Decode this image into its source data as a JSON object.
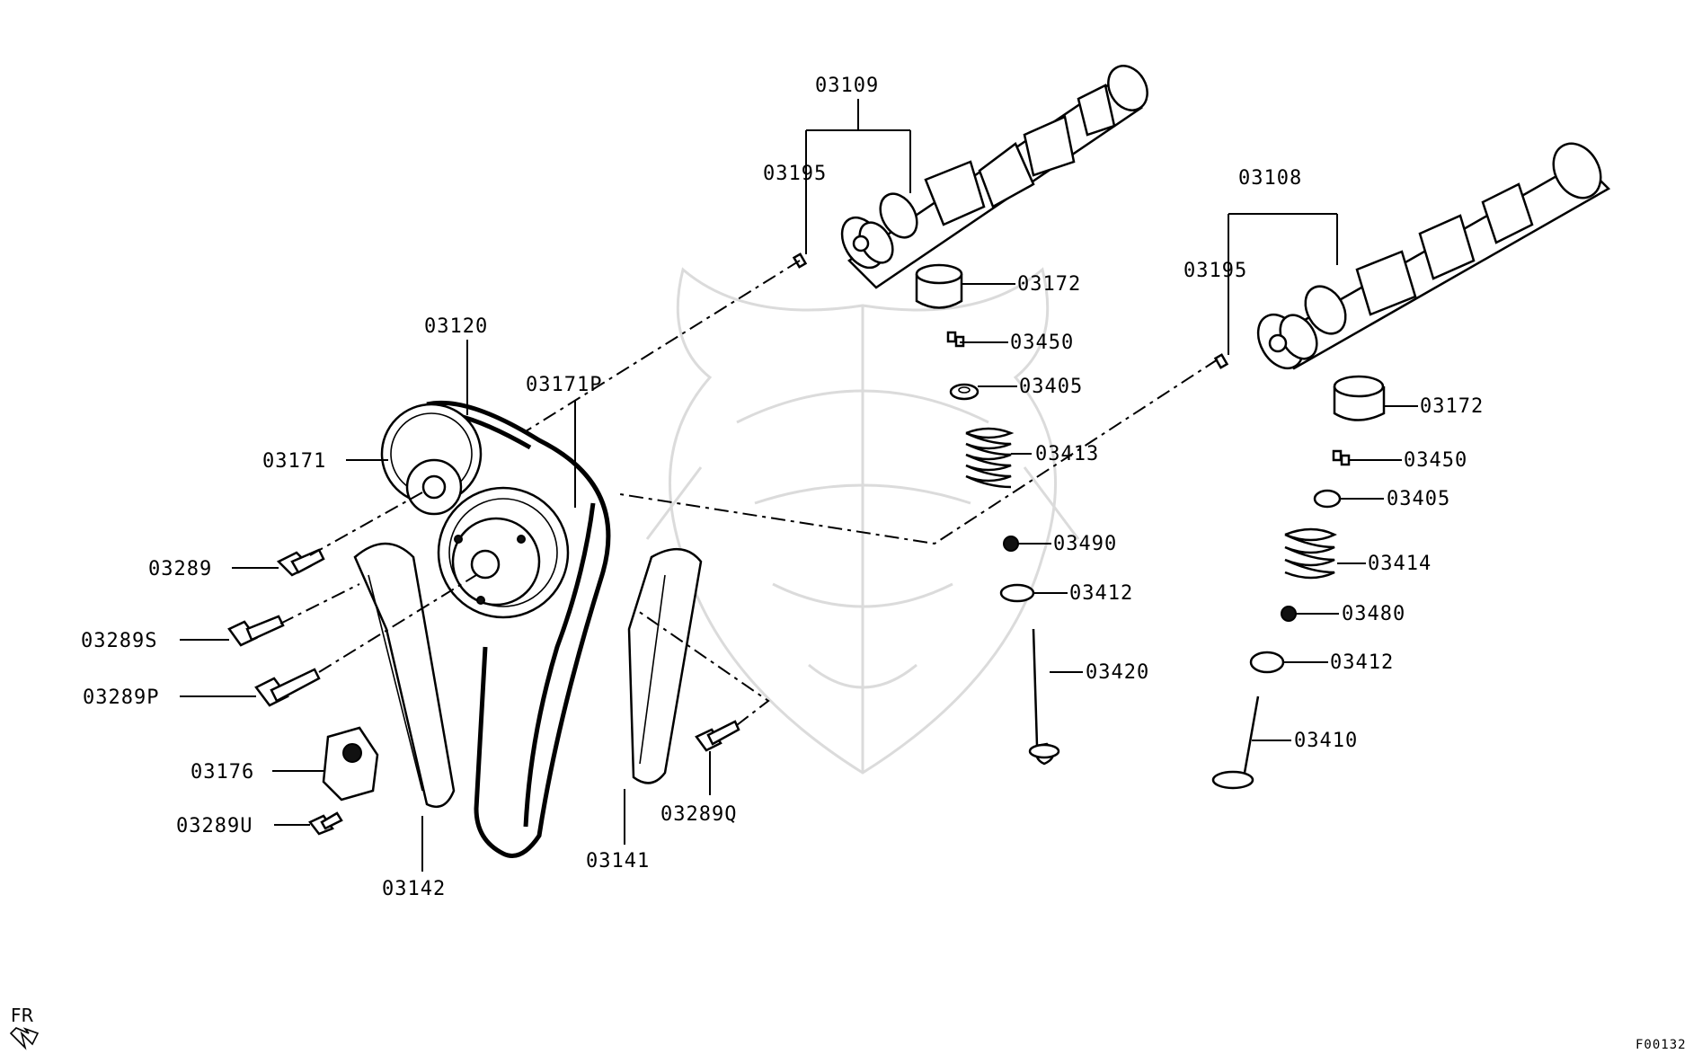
{
  "diagram_code": "F00132",
  "orientation": {
    "label": "FR"
  },
  "labels": {
    "p03109": "03109",
    "p03195a": "03195",
    "p03108": "03108",
    "p03195b": "03195",
    "p03172a": "03172",
    "p03450a": "03450",
    "p03405a": "03405",
    "p03413": "03413",
    "p03490": "03490",
    "p03412a": "03412",
    "p03420": "03420",
    "p03172b": "03172",
    "p03450b": "03450",
    "p03405b": "03405",
    "p03414": "03414",
    "p03480": "03480",
    "p03412b": "03412",
    "p03410": "03410",
    "p03120": "03120",
    "p03171P": "03171P",
    "p03171": "03171",
    "p03289": "03289",
    "p03289S": "03289S",
    "p03289P": "03289P",
    "p03176": "03176",
    "p03289U": "03289U",
    "p03142": "03142",
    "p03141": "03141",
    "p03289Q": "03289Q"
  }
}
